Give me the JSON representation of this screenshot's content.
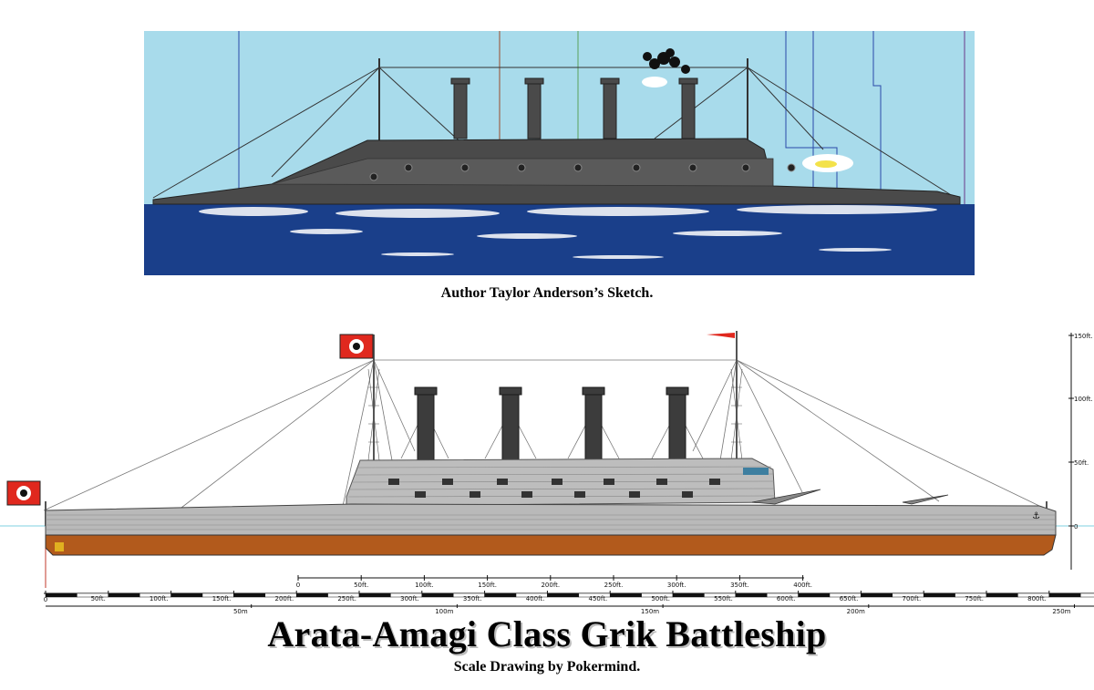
{
  "sketch": {
    "caption": "Author Taylor Anderson’s Sketch.",
    "colors": {
      "sky": "#a8dbeb",
      "sea": "#1a3f8a",
      "hull": "#4a4a4a"
    }
  },
  "drawing": {
    "title": "Arata-Amagi Class Grik Battleship",
    "subtitle": "Scale Drawing by Pokermind.",
    "colors": {
      "hull_grey": "#b9b9b9",
      "funnel": "#3c3c3c",
      "bottom": "#b25a1c",
      "flag_red": "#e0281e"
    }
  },
  "height_scale": {
    "labels": [
      "150ft.",
      "100ft.",
      "50ft.",
      "0"
    ]
  },
  "upper_scale": {
    "labels": [
      "0",
      "50ft.",
      "100ft.",
      "150ft.",
      "200ft.",
      "250ft.",
      "300ft.",
      "350ft.",
      "400ft."
    ]
  },
  "feet_scale": {
    "labels": [
      "0",
      "50ft.",
      "100ft.",
      "150ft.",
      "200ft.",
      "250ft.",
      "300ft.",
      "350ft.",
      "400ft.",
      "450ft.",
      "500ft.",
      "550ft.",
      "600ft.",
      "650ft.",
      "700ft.",
      "750ft.",
      "800ft."
    ]
  },
  "metre_scale": {
    "labels": [
      "50m",
      "100m",
      "150m",
      "200m",
      "250m"
    ]
  }
}
